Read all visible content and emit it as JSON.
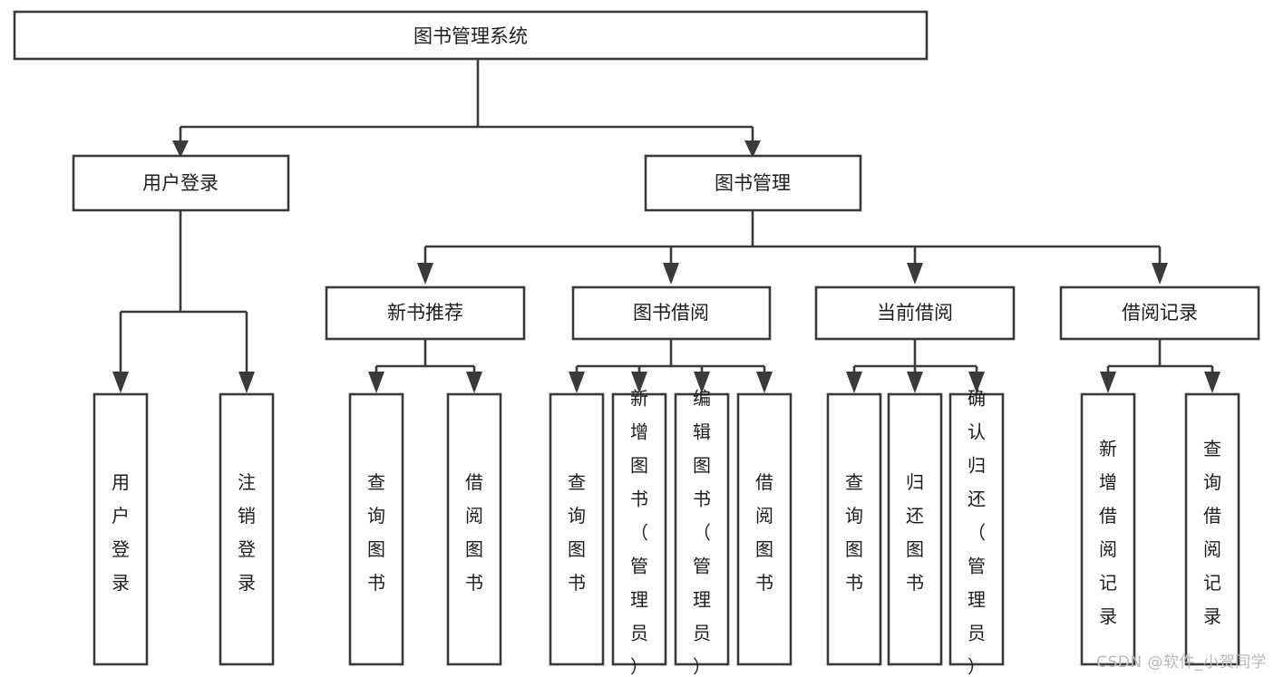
{
  "diagram": {
    "title": "图书管理系统",
    "type": "tree-hierarchy",
    "watermark": "CSDN @软件_小贺同学",
    "colors": {
      "stroke": "#3a3a3a",
      "box_fill": "#ffffff",
      "text": "#1d1d1d",
      "background": "#ffffff",
      "watermark": "#b9b9b9"
    },
    "root": {
      "label": "图书管理系统"
    },
    "level2": [
      {
        "label": "用户登录"
      },
      {
        "label": "图书管理"
      }
    ],
    "level3": [
      {
        "label": "新书推荐"
      },
      {
        "label": "图书借阅"
      },
      {
        "label": "当前借阅"
      },
      {
        "label": "借阅记录"
      }
    ],
    "leaves": {
      "user_login": [
        {
          "label": "用户登录"
        },
        {
          "label": "注销登录"
        }
      ],
      "new_book_recommend": [
        {
          "label": "查询图书"
        },
        {
          "label": "借阅图书"
        }
      ],
      "book_borrow": [
        {
          "label": "查询图书"
        },
        {
          "label": "新增图书（管理员）"
        },
        {
          "label": "编辑图书（管理员）"
        },
        {
          "label": "借阅图书"
        }
      ],
      "current_borrow": [
        {
          "label": "查询图书"
        },
        {
          "label": "归还图书"
        },
        {
          "label": "确认归还（管理员）"
        }
      ],
      "borrow_record": [
        {
          "label": "新增借阅记录"
        },
        {
          "label": "查询借阅记录"
        }
      ]
    }
  }
}
